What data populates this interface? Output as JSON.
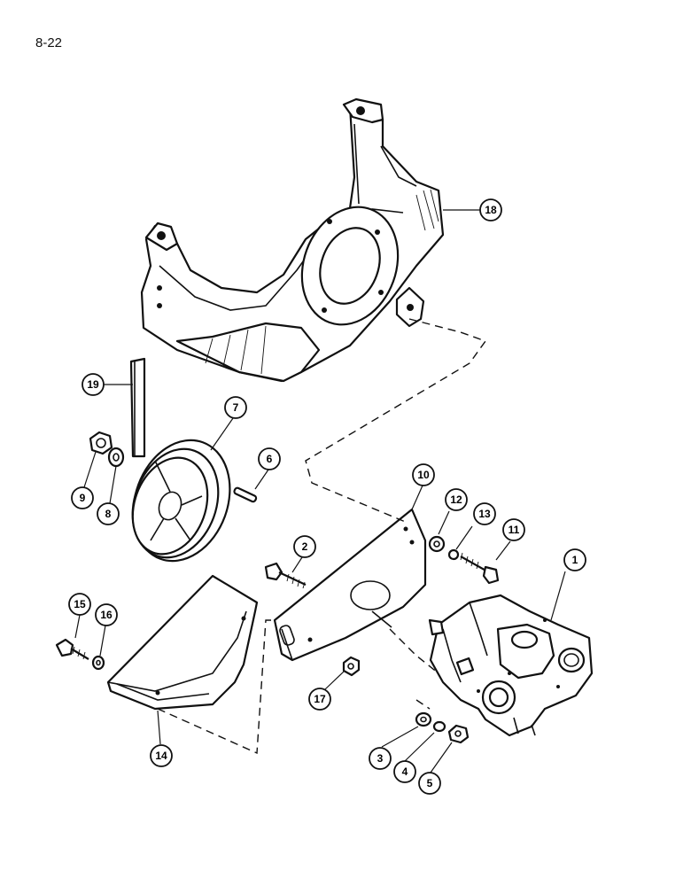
{
  "page_number": "8-22",
  "callouts": [
    {
      "id": "1",
      "label": "1"
    },
    {
      "id": "2",
      "label": "2"
    },
    {
      "id": "3",
      "label": "3"
    },
    {
      "id": "4",
      "label": "4"
    },
    {
      "id": "5",
      "label": "5"
    },
    {
      "id": "6",
      "label": "6"
    },
    {
      "id": "7",
      "label": "7"
    },
    {
      "id": "8",
      "label": "8"
    },
    {
      "id": "9",
      "label": "9"
    },
    {
      "id": "10",
      "label": "10"
    },
    {
      "id": "11",
      "label": "11"
    },
    {
      "id": "12",
      "label": "12"
    },
    {
      "id": "13",
      "label": "13"
    },
    {
      "id": "14",
      "label": "14"
    },
    {
      "id": "15",
      "label": "15"
    },
    {
      "id": "16",
      "label": "16"
    },
    {
      "id": "17",
      "label": "17"
    },
    {
      "id": "18",
      "label": "18"
    },
    {
      "id": "19",
      "label": "19"
    }
  ]
}
